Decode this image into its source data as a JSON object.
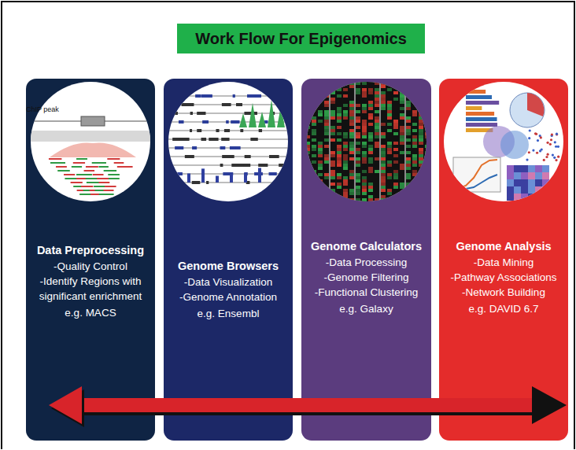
{
  "diagram": {
    "title": "Work Flow For Epigenomics",
    "nodes": [
      {
        "text": [
          "Data Preprocessing",
          "-Quality Control",
          "-Identify Regions with significant enrichment",
          "e.g. MACS"
        ]
      },
      {
        "text": [
          "Genome Browsers",
          "-Data Visualization",
          "-Genome Annotation",
          "e.g. Ensembl"
        ]
      },
      {
        "text": [
          "Genome Calculators",
          "-Data Processing",
          "-Genome Filtering",
          "-Functional Clustering",
          "e.g. Galaxy"
        ]
      },
      {
        "text": [
          "Genome Analysis",
          "-Data Mining",
          "-Pathway Associations",
          "-Network Building",
          "e.g. DAVID 6.7"
        ]
      }
    ],
    "edges": [
      {
        "from": 0,
        "to": 3,
        "arrow": "both"
      }
    ],
    "labels": [
      "ChIP peak"
    ]
  }
}
